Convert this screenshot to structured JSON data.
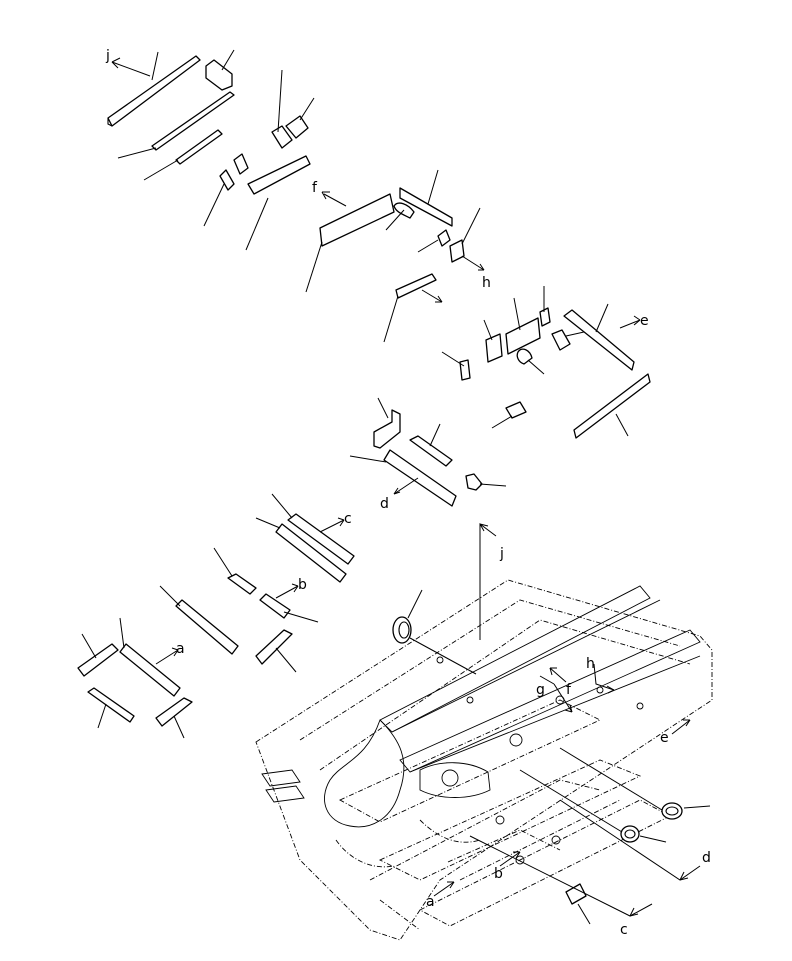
{
  "diagram": {
    "letters": {
      "a": "a",
      "b": "b",
      "c": "c",
      "d": "d",
      "e": "e",
      "f": "f",
      "g": "g",
      "h": "h",
      "j": "j"
    }
  }
}
